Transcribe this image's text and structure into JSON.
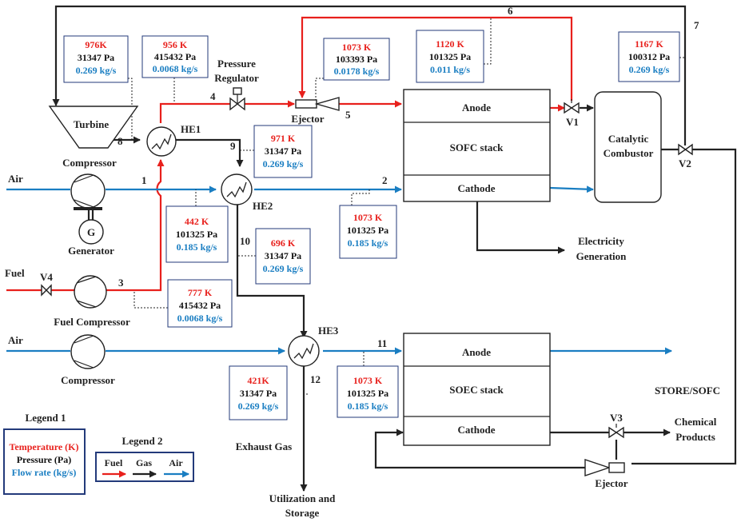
{
  "components": {
    "turbine": "Turbine",
    "compressor_top": "Compressor",
    "generator_letter": "G",
    "generator": "Generator",
    "fuel_compressor": "Fuel Compressor",
    "compressor_bottom": "Compressor",
    "pressure_regulator_1": "Pressure",
    "pressure_regulator_2": "Regulator",
    "ejector_top": "Ejector",
    "ejector_bottom": "Ejector",
    "he1": "HE1",
    "he2": "HE2",
    "he3": "HE3",
    "catalytic_1": "Catalytic",
    "catalytic_2": "Combustor",
    "v1": "V1",
    "v2": "V2",
    "v3": "V3",
    "v4": "V4"
  },
  "sofc": {
    "anode": "Anode",
    "stack": "SOFC stack",
    "cathode": "Cathode"
  },
  "soec": {
    "anode": "Anode",
    "stack": "SOEC stack",
    "cathode": "Cathode"
  },
  "labels": {
    "air_top": "Air",
    "fuel": "Fuel",
    "air_bottom": "Air",
    "electricity_1": "Electricity",
    "electricity_2": "Generation",
    "exhaust": "Exhaust Gas",
    "util_1": "Utilization and",
    "util_2": "Storage",
    "store": "STORE/SOFC",
    "chem_1": "Chemical",
    "chem_2": "Products"
  },
  "stream_numbers": {
    "s1": "1",
    "s2": "2",
    "s3": "3",
    "s4": "4",
    "s5": "5",
    "s6": "6",
    "s7": "7",
    "s8": "8",
    "s9": "9",
    "s10": "10",
    "s11": "11",
    "s12": "12"
  },
  "states": {
    "b976": {
      "temperature": "976K",
      "pressure": "31347 Pa",
      "flow": "0.269 kg/s"
    },
    "b956": {
      "temperature": "956 K",
      "pressure": "415432 Pa",
      "flow": "0.0068 kg/s"
    },
    "b1073a": {
      "temperature": "1073 K",
      "pressure": "103393 Pa",
      "flow": "0.0178 kg/s"
    },
    "b1120": {
      "temperature": "1120 K",
      "pressure": "101325 Pa",
      "flow": "0.011 kg/s"
    },
    "b1167": {
      "temperature": "1167 K",
      "pressure": "100312 Pa",
      "flow": "0.269 kg/s"
    },
    "b971": {
      "temperature": "971 K",
      "pressure": "31347 Pa",
      "flow": "0.269 kg/s"
    },
    "b442": {
      "temperature": "442 K",
      "pressure": "101325 Pa",
      "flow": "0.185 kg/s"
    },
    "b1073b": {
      "temperature": "1073 K",
      "pressure": "101325 Pa",
      "flow": "0.185 kg/s"
    },
    "b696": {
      "temperature": "696 K",
      "pressure": "31347 Pa",
      "flow": "0.269 kg/s"
    },
    "b777": {
      "temperature": "777 K",
      "pressure": "415432 Pa",
      "flow": "0.0068 kg/s"
    },
    "b421": {
      "temperature": "421K",
      "pressure": "31347 Pa",
      "flow": "0.269 kg/s"
    },
    "b1073c": {
      "temperature": "1073 K",
      "pressure": "101325 Pa",
      "flow": "0.185 kg/s"
    }
  },
  "legend1": {
    "title": "Legend 1",
    "temperature": "Temperature (K)",
    "pressure": "Pressure (Pa)",
    "flow": "Flow rate (kg/s)"
  },
  "legend2": {
    "title": "Legend 2",
    "fuel": "Fuel",
    "gas": "Gas",
    "air": "Air"
  },
  "colors": {
    "fuel": "#e8201c",
    "gas": "#222222",
    "air": "#1a7ec2",
    "box_border": "#233a7a"
  }
}
